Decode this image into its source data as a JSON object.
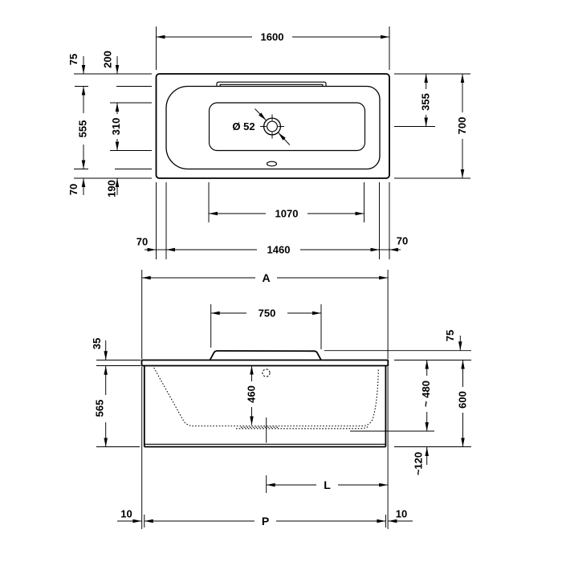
{
  "drawing": {
    "type": "bathtub technical dimension drawing",
    "background": "#ffffff",
    "line_color": "#000000",
    "top_view": {
      "dims": {
        "overall_length": "1600",
        "rim_width_top": "75",
        "edge_to_flat_top": "200",
        "inner_width": "555",
        "flat_bottom_width": "310",
        "rim_width_bottom": "70",
        "flat_to_edge_bottom": "190",
        "drain_diameter": "Ø 52",
        "edge_to_drain_center": "355",
        "overall_width": "700",
        "flat_bottom_length": "1070",
        "inner_length": "1460",
        "rim_left": "70",
        "rim_right": "70"
      }
    },
    "side_view": {
      "dims": {
        "overall_length_label": "A",
        "headrest_length": "750",
        "rim_edge_thickness": "35",
        "apron_height": "565",
        "inner_depth": "460",
        "headrest_height": "75",
        "rim_to_floor_depth": "~ 480",
        "overall_height": "600",
        "base_clearance": "~120",
        "drain_to_end_label": "L",
        "panel_length_label": "P",
        "rim_overhang_left": "10",
        "rim_overhang_right": "10"
      }
    }
  }
}
